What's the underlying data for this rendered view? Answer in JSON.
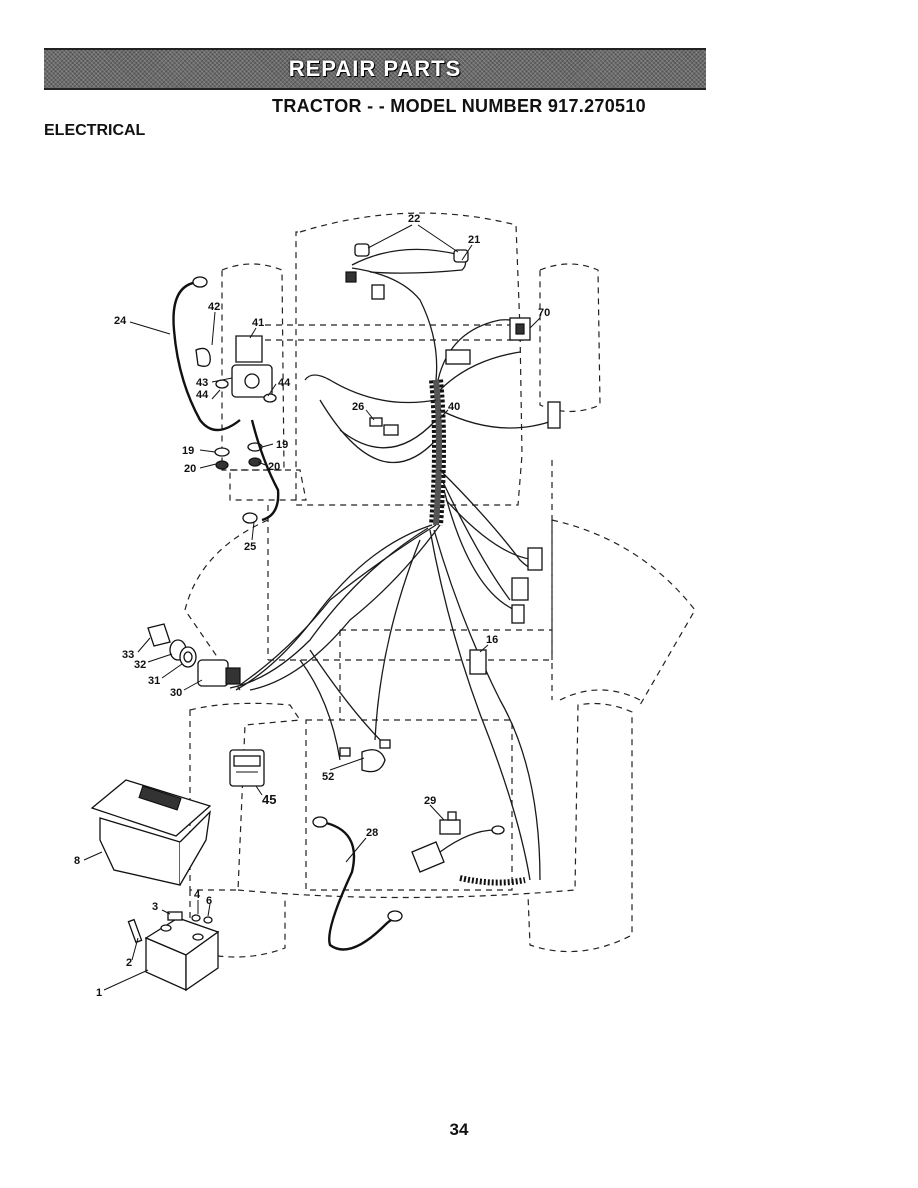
{
  "header": {
    "banner_title": "REPAIR PARTS",
    "subtitle": "TRACTOR - - MODEL NUMBER 917.270510",
    "section": "ELECTRICAL"
  },
  "callouts": {
    "c1": "1",
    "c2": "2",
    "c3": "3",
    "c4": "4",
    "c6": "6",
    "c8": "8",
    "c16": "16",
    "c19a": "19",
    "c19b": "19",
    "c20a": "20",
    "c20b": "20",
    "c21": "21",
    "c22": "22",
    "c24": "24",
    "c25": "25",
    "c26": "26",
    "c28": "28",
    "c29": "29",
    "c30": "30",
    "c31": "31",
    "c32": "32",
    "c33": "33",
    "c40": "40",
    "c41": "41",
    "c42": "42",
    "c43": "43",
    "c44a": "44",
    "c44b": "44",
    "c45": "45",
    "c52": "52",
    "c70": "70"
  },
  "footer": {
    "page_number": "34"
  }
}
